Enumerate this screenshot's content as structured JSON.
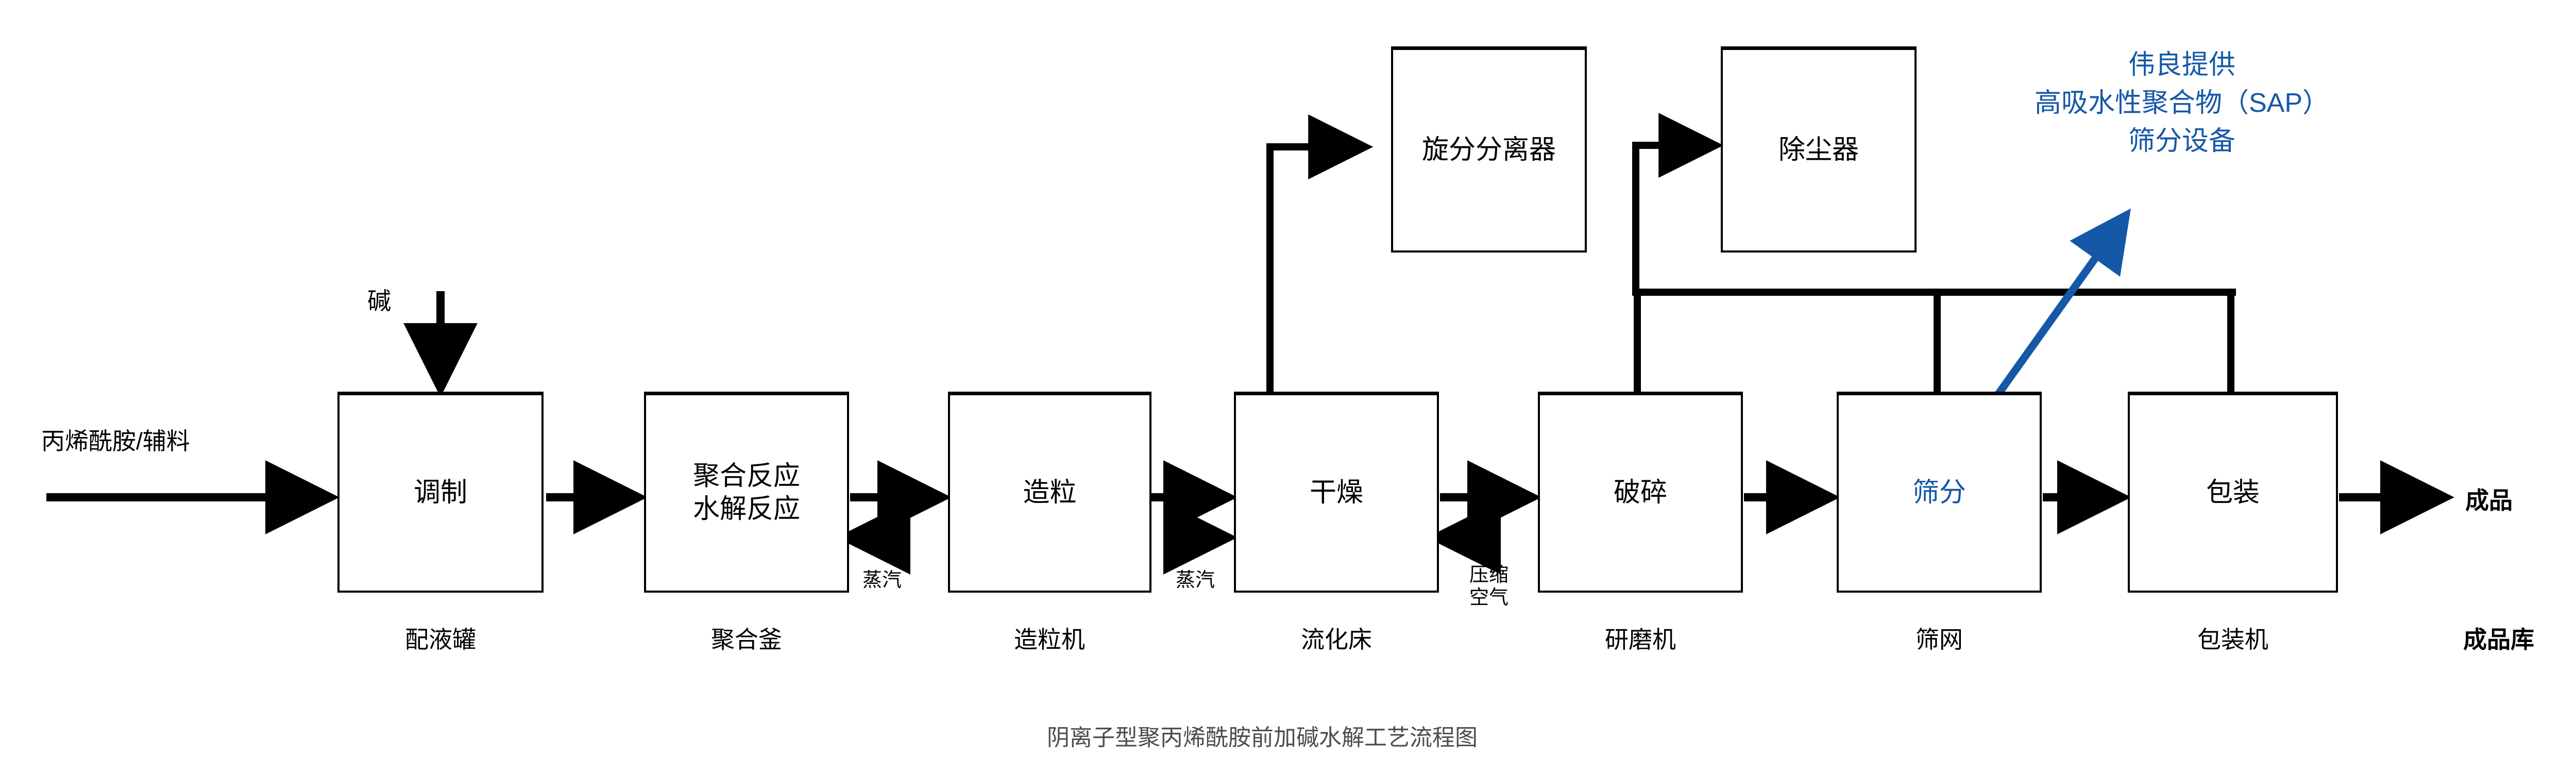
{
  "diagram": {
    "title": "阴离子型聚丙烯酰胺前加碱水解工艺流程图",
    "accent_color": "#1558a8",
    "line_color": "#000000",
    "title_color": "#4d4d4d"
  },
  "inputs": {
    "feed_label": "丙烯酰胺/辅料",
    "alkali_label": "碱",
    "output_label": "成品"
  },
  "process_boxes": [
    {
      "id": "box-tiaozhi",
      "label": "调制",
      "label_line2": "",
      "caption": "配液罐",
      "accent": false
    },
    {
      "id": "box-juhe",
      "label": "聚合反应",
      "label_line2": "水解反应",
      "caption": "聚合釜",
      "accent": false
    },
    {
      "id": "box-zaoli",
      "label": "造粒",
      "label_line2": "",
      "caption": "造粒机",
      "accent": false
    },
    {
      "id": "box-ganzao",
      "label": "干燥",
      "label_line2": "",
      "caption": "流化床",
      "accent": false
    },
    {
      "id": "box-posui",
      "label": "破碎",
      "label_line2": "",
      "caption": "研磨机",
      "accent": false
    },
    {
      "id": "box-shaifen",
      "label": "筛分",
      "label_line2": "",
      "caption": "筛网",
      "accent": true
    },
    {
      "id": "box-baozhuang",
      "label": "包装",
      "label_line2": "",
      "caption": "包装机",
      "accent": false
    }
  ],
  "aux_boxes": [
    {
      "id": "box-xuanfen",
      "label": "旋分分离器"
    },
    {
      "id": "box-chuchen",
      "label": "除尘器"
    }
  ],
  "utility_labels": [
    {
      "id": "steam-1",
      "text": "蒸汽"
    },
    {
      "id": "steam-2",
      "text": "蒸汽"
    },
    {
      "id": "air-1",
      "text": "压缩\n空气"
    }
  ],
  "storage_caption": "成品库",
  "annotation": {
    "line1": "伟良提供",
    "line2": "高吸水性聚合物（SAP）",
    "line3": "筛分设备",
    "full": "伟良提供\n高吸水性聚合物（SAP）\n筛分设备"
  }
}
